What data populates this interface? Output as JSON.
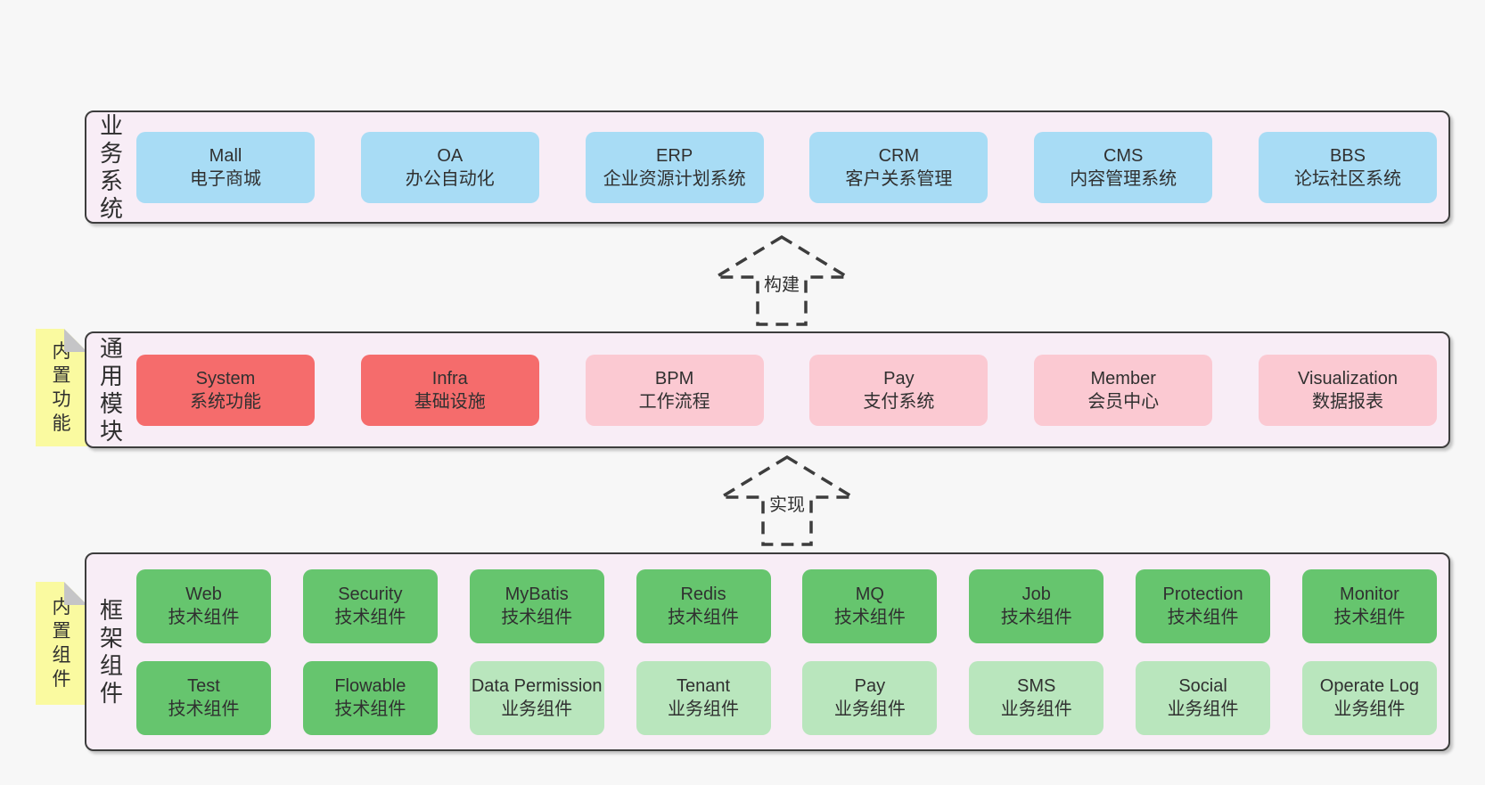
{
  "colors": {
    "page_bg": "#f7f7f7",
    "band_bg": "#f8edf6",
    "band_border": "#3d3d3d",
    "tile_blue": "#a8dcf5",
    "tile_red": "#f56c6c",
    "tile_pink": "#fbc9d2",
    "tile_green": "#66c56e",
    "tile_lightgreen": "#b9e6bd",
    "sticky_yellow": "#fafaa0",
    "sticky_fold": "#c5c5c7",
    "text": "#303030"
  },
  "arrows": [
    {
      "label": "构建"
    },
    {
      "label": "实现"
    }
  ],
  "layers": [
    {
      "label": "业务系统",
      "tiles": [
        {
          "name": "Mall",
          "desc": "电子商城",
          "type": "blue"
        },
        {
          "name": "OA",
          "desc": "办公自动化",
          "type": "blue"
        },
        {
          "name": "ERP",
          "desc": "企业资源计划系统",
          "type": "blue"
        },
        {
          "name": "CRM",
          "desc": "客户关系管理",
          "type": "blue"
        },
        {
          "name": "CMS",
          "desc": "内容管理系统",
          "type": "blue"
        },
        {
          "name": "BBS",
          "desc": "论坛社区系统",
          "type": "blue"
        }
      ]
    },
    {
      "label": "通用模块",
      "sticky": "内置功能",
      "tiles": [
        {
          "name": "System",
          "desc": "系统功能",
          "type": "red"
        },
        {
          "name": "Infra",
          "desc": "基础设施",
          "type": "red"
        },
        {
          "name": "BPM",
          "desc": "工作流程",
          "type": "pink"
        },
        {
          "name": "Pay",
          "desc": "支付系统",
          "type": "pink"
        },
        {
          "name": "Member",
          "desc": "会员中心",
          "type": "pink"
        },
        {
          "name": "Visualization",
          "desc": "数据报表",
          "type": "pink"
        }
      ]
    },
    {
      "label": "框架组件",
      "sticky": "内置组件",
      "rows": [
        [
          {
            "name": "Web",
            "desc": "技术组件",
            "type": "green"
          },
          {
            "name": "Security",
            "desc": "技术组件",
            "type": "green"
          },
          {
            "name": "MyBatis",
            "desc": "技术组件",
            "type": "green"
          },
          {
            "name": "Redis",
            "desc": "技术组件",
            "type": "green"
          },
          {
            "name": "MQ",
            "desc": "技术组件",
            "type": "green"
          },
          {
            "name": "Job",
            "desc": "技术组件",
            "type": "green"
          },
          {
            "name": "Protection",
            "desc": "技术组件",
            "type": "green"
          },
          {
            "name": "Monitor",
            "desc": "技术组件",
            "type": "green"
          }
        ],
        [
          {
            "name": "Test",
            "desc": "技术组件",
            "type": "green"
          },
          {
            "name": "Flowable",
            "desc": "技术组件",
            "type": "green"
          },
          {
            "name": "Data Permission",
            "desc": "业务组件",
            "type": "lightgreen"
          },
          {
            "name": "Tenant",
            "desc": "业务组件",
            "type": "lightgreen"
          },
          {
            "name": "Pay",
            "desc": "业务组件",
            "type": "lightgreen"
          },
          {
            "name": "SMS",
            "desc": "业务组件",
            "type": "lightgreen"
          },
          {
            "name": "Social",
            "desc": "业务组件",
            "type": "lightgreen"
          },
          {
            "name": "Operate Log",
            "desc": "业务组件",
            "type": "lightgreen"
          }
        ]
      ]
    }
  ]
}
